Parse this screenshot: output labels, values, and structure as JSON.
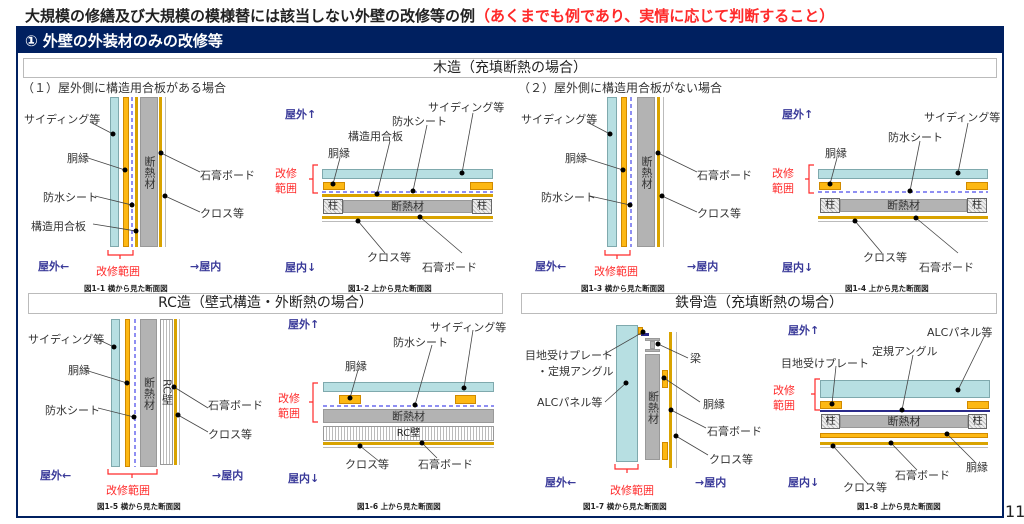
{
  "title": "大規模の修繕及び大規模の模様替には該当しない外壁の改修等の例",
  "note": "（あくまでも例であり、実情に応じて判断すること）",
  "header": "① 外壁の外装材のみの改修等",
  "page_number": "11",
  "sections": {
    "wood": "木造（充填断熱の場合）",
    "rc": "RC造（壁式構造・外断熱の場合）",
    "steel": "鉄骨造（充填断熱の場合）"
  },
  "sub": {
    "case1": "（１）屋外側に構造用合板がある場合",
    "case2": "（２）屋外側に構造用合板がない場合"
  },
  "common": {
    "outside_left": "屋外←",
    "inside_right": "→屋内",
    "outside_up": "屋外↑",
    "inside_down": "屋内↓",
    "range": "改修範囲",
    "range1": "改修",
    "range2": "範囲",
    "col": "柱",
    "insulation": "断熱材",
    "rc_wall": "RC壁"
  },
  "labels": {
    "siding": "サイディング等",
    "furring": "胴縁",
    "waterproof": "防水シート",
    "plywood": "構造用合板",
    "gypsum": "石膏ボード",
    "cloth": "クロス等",
    "joint_plate": "目地受けプレート",
    "angle": "・定規アングル",
    "angle2": "定規アングル",
    "beam": "梁",
    "alc": "ALCパネル等"
  },
  "captions": [
    "図1-1 横から見た断面図",
    "図1-2 上から見た断面図",
    "図1-3 横から見た断面図",
    "図1-4 上から見た断面図",
    "図1-5 横から見た断面図",
    "図1-6 上から見た断面図",
    "図1-7 横から見た断面図",
    "図1-8 上から見た断面図"
  ],
  "colors": {
    "navy": "#002060",
    "red": "#ff2a2a",
    "siding": "#b7dfe2",
    "furring": "#fdb813",
    "insulation": "#b3b3b3"
  }
}
